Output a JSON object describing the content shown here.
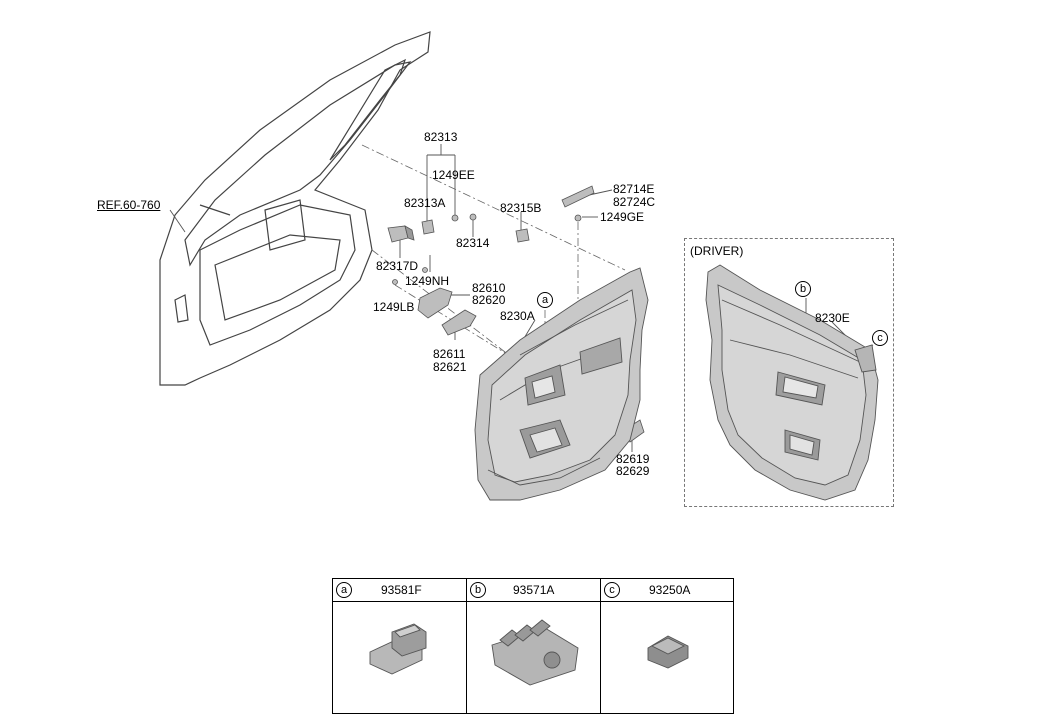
{
  "labels": {
    "ref": "REF.60-760",
    "p82313": "82313",
    "p1249EE": "1249EE",
    "p82313A": "82313A",
    "p82314": "82314",
    "p82315B": "82315B",
    "p82714E": "82714E",
    "p82724C": "82724C",
    "p1249GE": "1249GE",
    "p82317D": "82317D",
    "p1249NH": "1249NH",
    "p82610": "82610",
    "p82620": "82620",
    "p1249LB": "1249LB",
    "p8230A": "8230A",
    "p82611": "82611",
    "p82621": "82621",
    "p82619": "82619",
    "p82629": "82629",
    "driver": "(DRIVER)",
    "p8230E": "8230E",
    "callout_a": "a",
    "callout_b": "b",
    "callout_c": "c"
  },
  "legend": [
    {
      "letter": "a",
      "code": "93581F"
    },
    {
      "letter": "b",
      "code": "93571A"
    },
    {
      "letter": "c",
      "code": "93250A"
    }
  ],
  "colors": {
    "panel_fill": "#c8c8c8",
    "panel_dark": "#9a9a9a",
    "line": "#555555"
  }
}
